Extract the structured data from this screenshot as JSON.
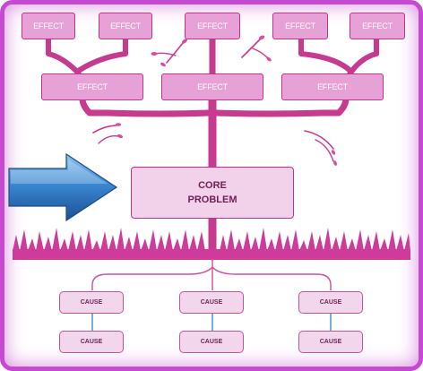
{
  "effects": {
    "row1": [
      "EFFECT",
      "EFFECT",
      "EFFECT",
      "EFFECT",
      "EFFECT"
    ],
    "row2": [
      "EFFECT",
      "EFFECT",
      "EFFECT"
    ]
  },
  "core": {
    "line1": "CORE",
    "line2": "PROBLEM"
  },
  "causes": {
    "upper": [
      "CAUSE",
      "CAUSE",
      "CAUSE"
    ],
    "lower": [
      "CAUSE",
      "CAUSE",
      "CAUSE"
    ]
  },
  "colors": {
    "trunk": "#c63a8f",
    "grass": "#cf3b9a",
    "arrow": "#2b79c9",
    "frame": "#c64ad1"
  }
}
